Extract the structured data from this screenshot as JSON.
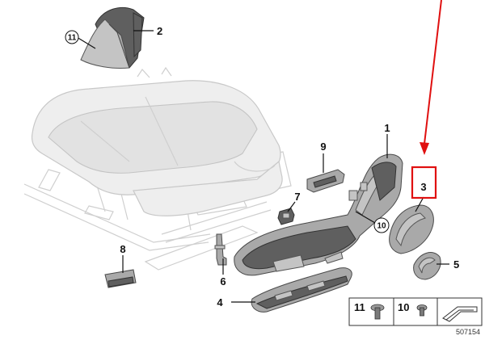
{
  "callouts": {
    "c1": "1",
    "c2": "2",
    "c3": "3",
    "c4": "4",
    "c5": "5",
    "c6": "6",
    "c7": "7",
    "c8": "8",
    "c9": "9",
    "c10": "10",
    "c11": "11"
  },
  "legend": {
    "screw_11": "11",
    "screw_10": "10"
  },
  "reference_number": "507154",
  "highlight_color": "#e01010"
}
